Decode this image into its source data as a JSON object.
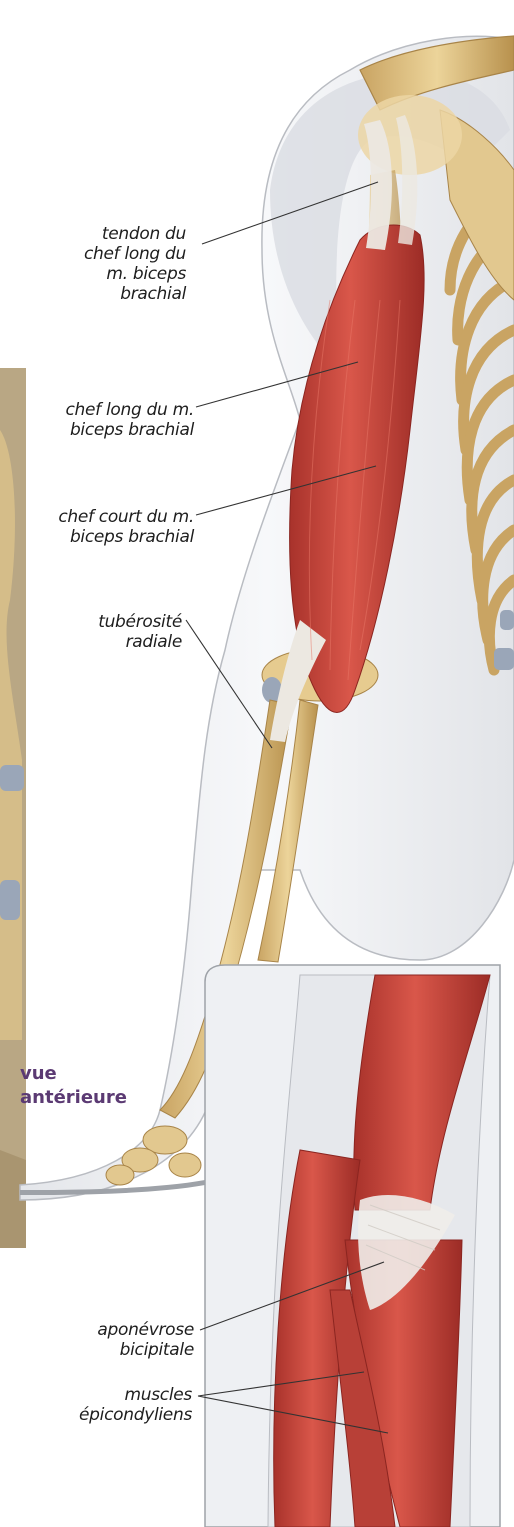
{
  "figure": {
    "view_label": [
      "vue",
      "antérieure"
    ],
    "labels": [
      {
        "name": "label-tendon-long-head",
        "lines": [
          "tendon du",
          "chef long du",
          "m. biceps",
          "brachial"
        ]
      },
      {
        "name": "label-long-head",
        "lines": [
          "chef long du m.",
          "biceps brachial"
        ]
      },
      {
        "name": "label-short-head",
        "lines": [
          "chef court du m.",
          "biceps brachial"
        ]
      },
      {
        "name": "label-radial-tuberosity",
        "lines": [
          "tubérosité",
          "radiale"
        ]
      },
      {
        "name": "label-bicipital-aponeurosis",
        "lines": [
          "aponévrose",
          "bicipitale"
        ]
      },
      {
        "name": "label-epicondylar-muscles",
        "lines": [
          "muscles",
          "épicondyliens"
        ]
      }
    ]
  },
  "colors": {
    "muscle": "#c8453c",
    "muscle_dark": "#9c2c26",
    "bone": "#d9b97a",
    "bone_dark": "#b8914d",
    "skin_outline": "#b9bcc2",
    "skin_fill": "#eef0f3",
    "tendon": "#eceae6",
    "cartilage": "#9aa6b8",
    "view_label": "#5b3a73"
  }
}
